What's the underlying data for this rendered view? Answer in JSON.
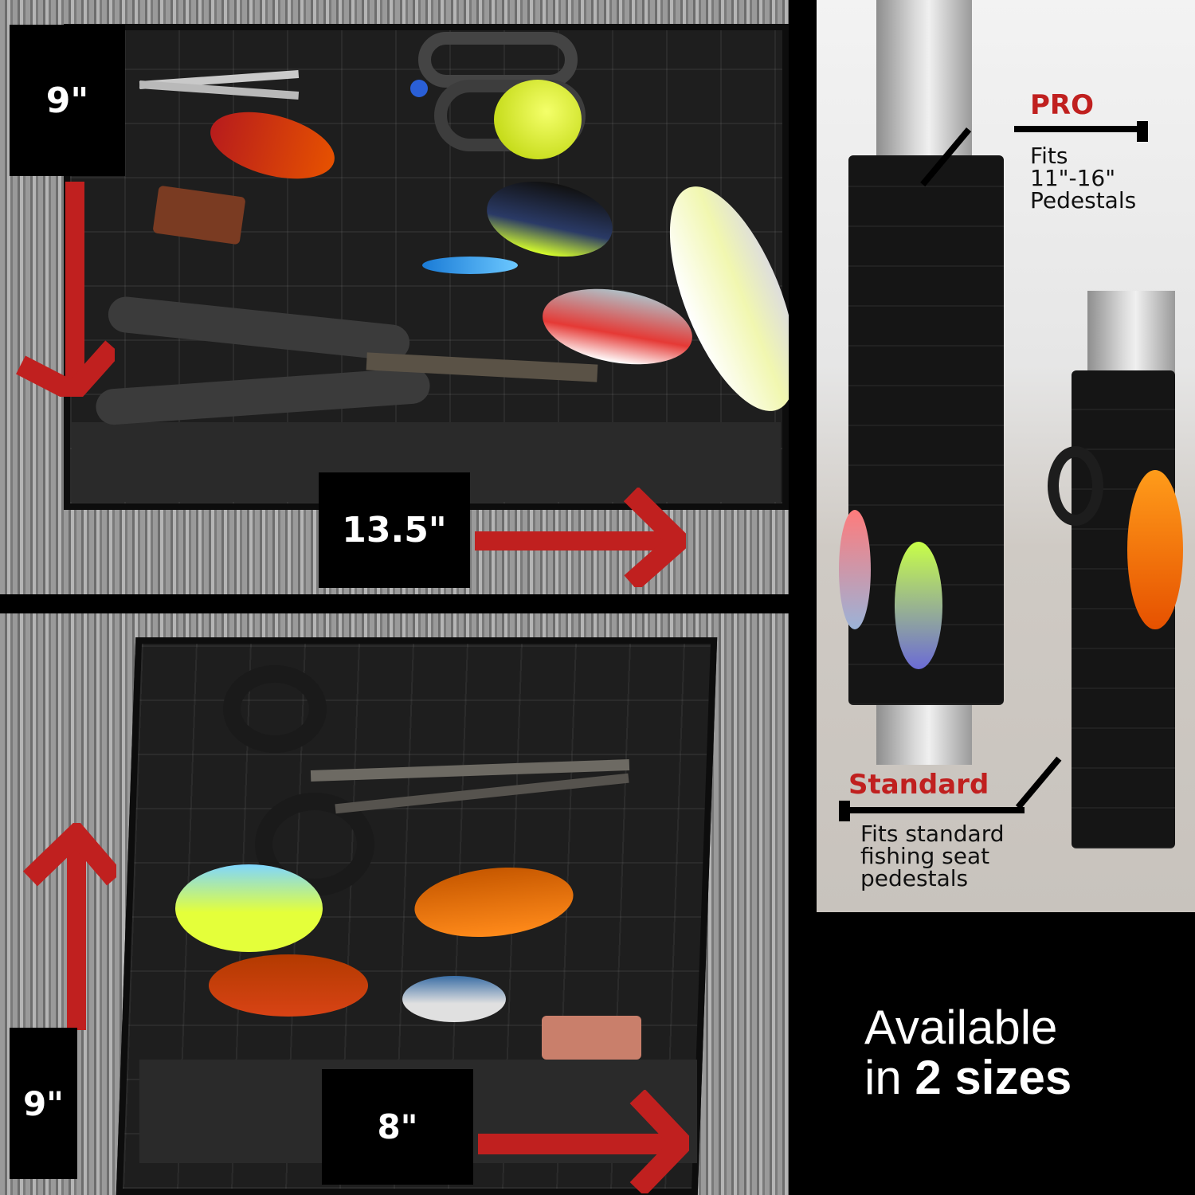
{
  "panels": {
    "top_left": {
      "height_label": "9\"",
      "width_label": "13.5\"",
      "items": [
        "scissors",
        "crankbait-yellow",
        "lipless-red",
        "crankbait-black",
        "swimbait-blue",
        "lipless-red-2",
        "crankbait-white",
        "pliers",
        "lure-holder"
      ]
    },
    "bottom_left": {
      "height_label": "9\"",
      "width_label": "8\"",
      "items": [
        "hemostat",
        "crankbait-chartreuse",
        "crankbait-orange",
        "lipless-red",
        "lipless-silver",
        "lure-holder"
      ]
    },
    "right": {
      "pro": {
        "title": "PRO",
        "description": "Fits\n11\"-16\"\nPedestals",
        "line1": "Fits",
        "line2": "11\"-16\"",
        "line3": "Pedestals"
      },
      "standard": {
        "title": "Standard",
        "line1": "Fits standard",
        "line2": "fishing seat",
        "line3": "pedestals"
      }
    },
    "tagline": {
      "line1": "Available",
      "line2_prefix": "in ",
      "line2_bold": "2 sizes"
    }
  },
  "colors": {
    "accent_red": "#c0201f",
    "background": "#000000",
    "label_text": "#ffffff"
  },
  "icons": {
    "down_arrow": "arrow-down-icon",
    "right_arrow": "arrow-right-icon",
    "up_arrow": "arrow-up-icon"
  }
}
